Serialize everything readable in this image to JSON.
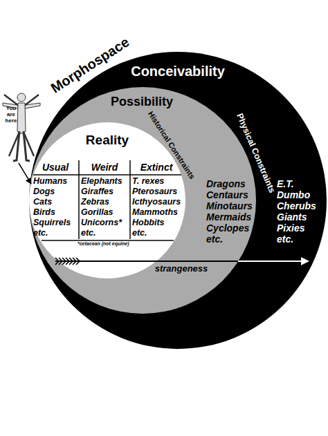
{
  "diagram": {
    "nodes": [
      {
        "text": [
          "Morphospace",
          "Conceivability",
          "Physical Constraints",
          "E.T.",
          "Dumbo",
          "Cherubs",
          "Giants",
          "Pixies",
          "etc."
        ]
      },
      {
        "text": [
          "Possibility",
          "Historical Constraints",
          "Dragons",
          "Centaurs",
          "Minotaurs",
          "Mermaids",
          "Cyclopes",
          "etc."
        ],
        "in": 0
      },
      {
        "text": [
          "Reality",
          "Usual",
          "Humans",
          "Dogs",
          "Cats",
          "Birds",
          "Squirrels",
          "etc.",
          "Weird",
          "Elephants",
          "Giraffes",
          "Zebras",
          "Gorillas",
          "Unicorns*",
          "etc.",
          "Extinct",
          "T. rexes",
          "Pterosaurs",
          "Icthyosaurs",
          "Mammoths",
          "Hobbits",
          "etc.",
          "*cetacean (not equine)"
        ],
        "in": 1
      }
    ],
    "labels": [
      "You are here",
      "strangeness"
    ]
  }
}
